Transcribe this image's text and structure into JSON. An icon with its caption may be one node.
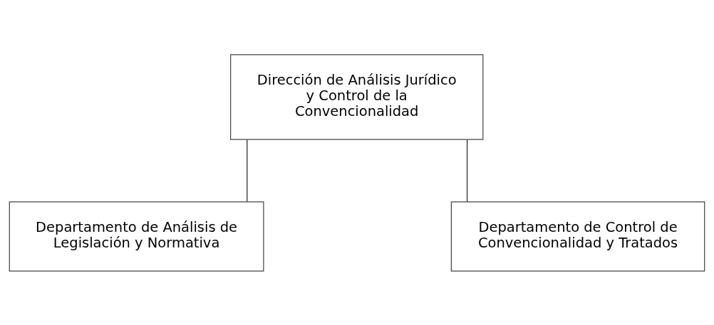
{
  "diagram": {
    "nodes": [
      {
        "text": [
          "Dirección de Análisis Jurídico y Control de la Convencionalidad"
        ]
      },
      {
        "text": [
          "Departamento de Análisis de Legislación y Normativa"
        ]
      },
      {
        "text": [
          "Departamento de Control de Convencionalidad y Tratados"
        ]
      }
    ],
    "edges": [
      {
        "from": 0,
        "to": 1,
        "arrow": "none"
      },
      {
        "from": 0,
        "to": 2,
        "arrow": "none"
      }
    ]
  }
}
